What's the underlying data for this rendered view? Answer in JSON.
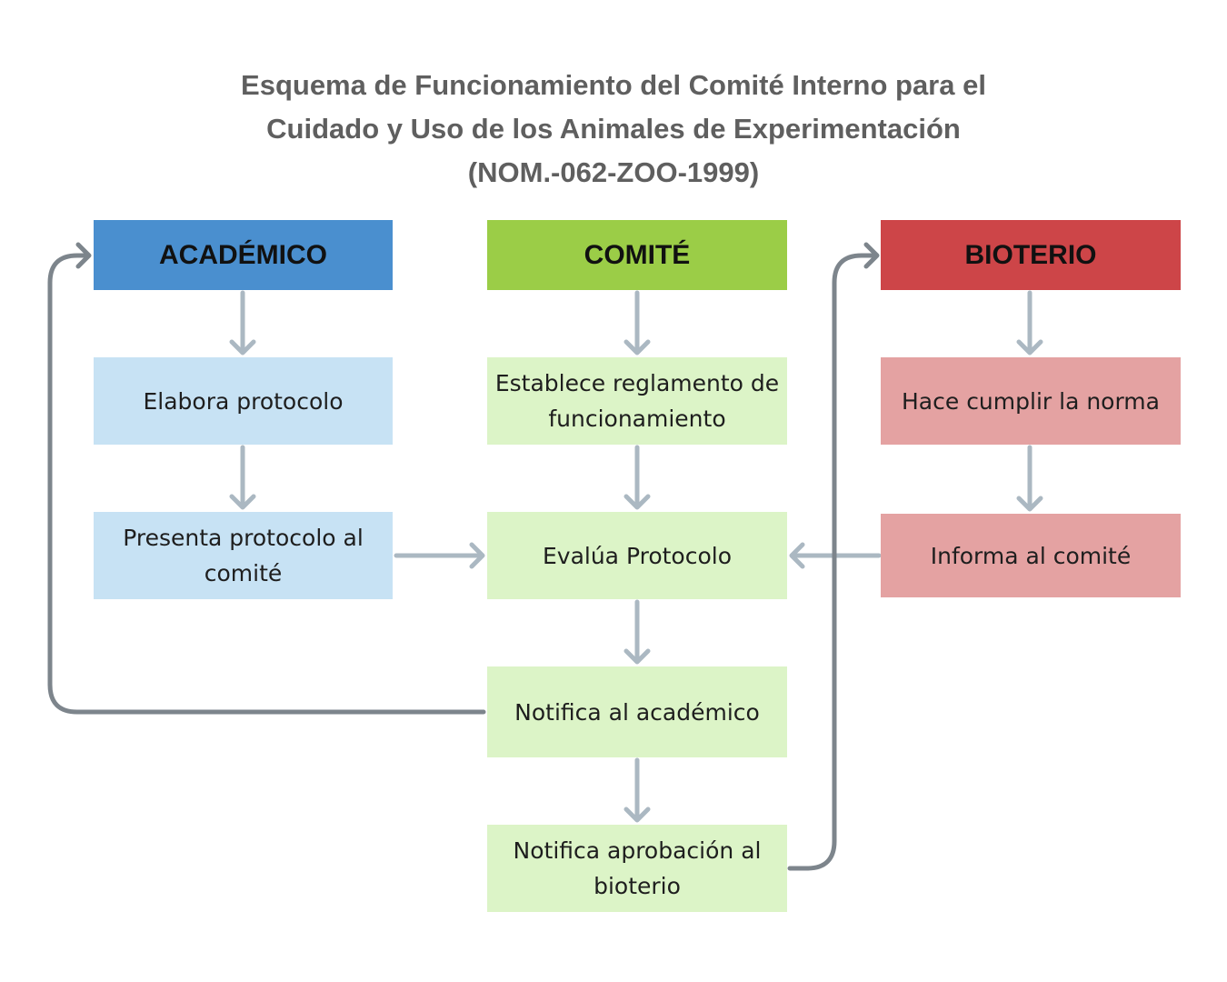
{
  "title": {
    "line1": "Esquema de Funcionamiento del Comité Interno para el",
    "line2": "Cuidado y Uso de los Animales de Experimentación",
    "line3": "(NOM.-062-ZOO-1999)"
  },
  "columns": {
    "academico": {
      "header": "ACADÉMICO",
      "steps": [
        "Elabora protocolo",
        "Presenta protocolo al comité"
      ]
    },
    "comite": {
      "header": "COMITÉ",
      "steps": [
        "Establece reglamento de funcionamiento",
        "Evalúa Protocolo",
        "Notifica al académico",
        "Notifica aprobación al bioterio"
      ]
    },
    "bioterio": {
      "header": "BIOTERIO",
      "steps": [
        "Hace cumplir la norma",
        "Informa al comité"
      ]
    }
  },
  "colors": {
    "academico_header": "#4a8fcf",
    "academico_step": "#c7e2f4",
    "comite_header": "#9bcd47",
    "comite_step": "#dcf4c7",
    "bioterio_header": "#cd4548",
    "bioterio_step": "#e4a2a2",
    "arrow_light": "#abb8c2",
    "arrow_dark": "#7d858c",
    "title_text": "#5f5f5f"
  }
}
